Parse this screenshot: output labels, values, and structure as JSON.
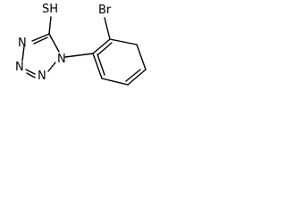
{
  "molecule": {
    "atoms": {
      "thiol": "SH",
      "bromo": "Br",
      "n1": "N",
      "n2": "N",
      "n3": "N",
      "n4": "N"
    }
  }
}
